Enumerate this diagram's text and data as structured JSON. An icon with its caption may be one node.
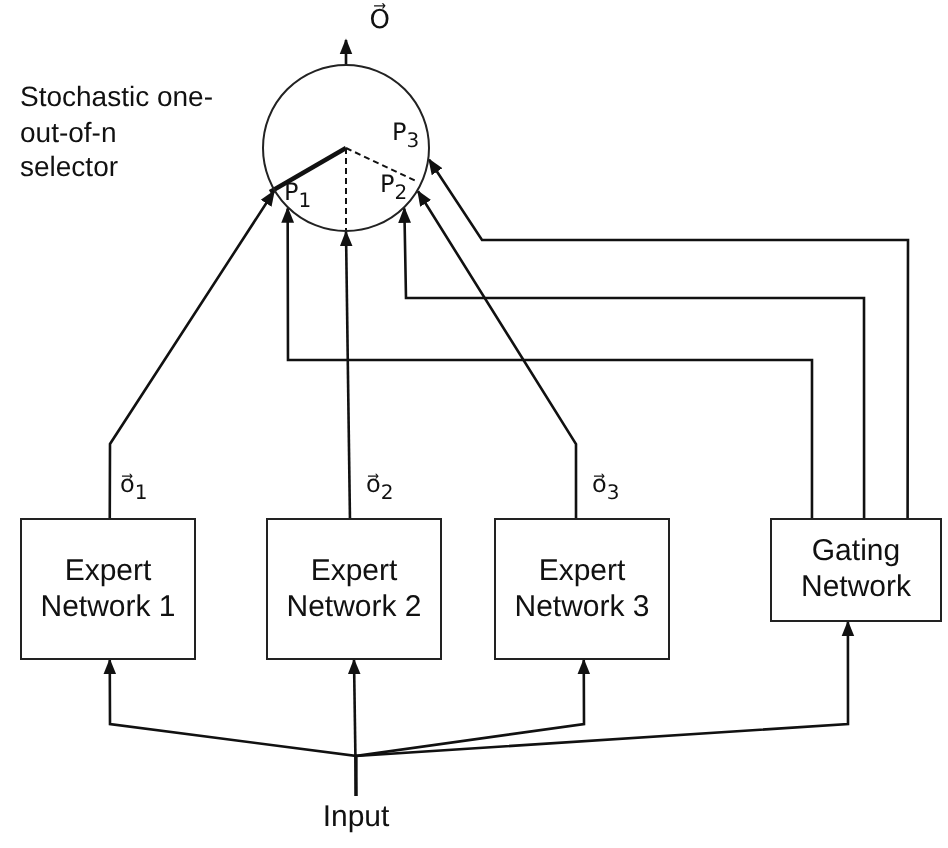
{
  "diagram": {
    "nodes": [
      {
        "text": [
          "O⃗"
        ]
      },
      {
        "text": [],
        "shape": "circle",
        "beside": [
          "Stochastic one-out-of-n selector"
        ]
      },
      {
        "text": [
          "Expert Network 1"
        ]
      },
      {
        "text": [
          "Expert Network 2"
        ]
      },
      {
        "text": [
          "Expert Network 3"
        ]
      },
      {
        "text": [
          "Gating Network"
        ]
      },
      {
        "text": [
          "Input"
        ]
      }
    ],
    "edges": [
      {
        "from": 1,
        "to": 0,
        "arrow": "to"
      },
      {
        "from": 2,
        "to": 1,
        "arrow": "to",
        "label": "o⃗$_{1}$"
      },
      {
        "from": 3,
        "to": 1,
        "arrow": "to",
        "label": "o⃗$_{2}$"
      },
      {
        "from": 4,
        "to": 1,
        "arrow": "to",
        "label": "o⃗$_{3}$"
      },
      {
        "from": 5,
        "to": 1,
        "arrow": "to"
      },
      {
        "from": 5,
        "to": 1,
        "arrow": "to"
      },
      {
        "from": 5,
        "to": 1,
        "arrow": "to"
      },
      {
        "from": 6,
        "to": 2,
        "arrow": "to"
      },
      {
        "from": 6,
        "to": 3,
        "arrow": "to"
      },
      {
        "from": 6,
        "to": 4,
        "arrow": "to"
      },
      {
        "from": 6,
        "to": 5,
        "arrow": "to"
      }
    ],
    "labels": [
      "P$_{3}$",
      "P$_{1}$",
      "P$_{2}$"
    ]
  }
}
